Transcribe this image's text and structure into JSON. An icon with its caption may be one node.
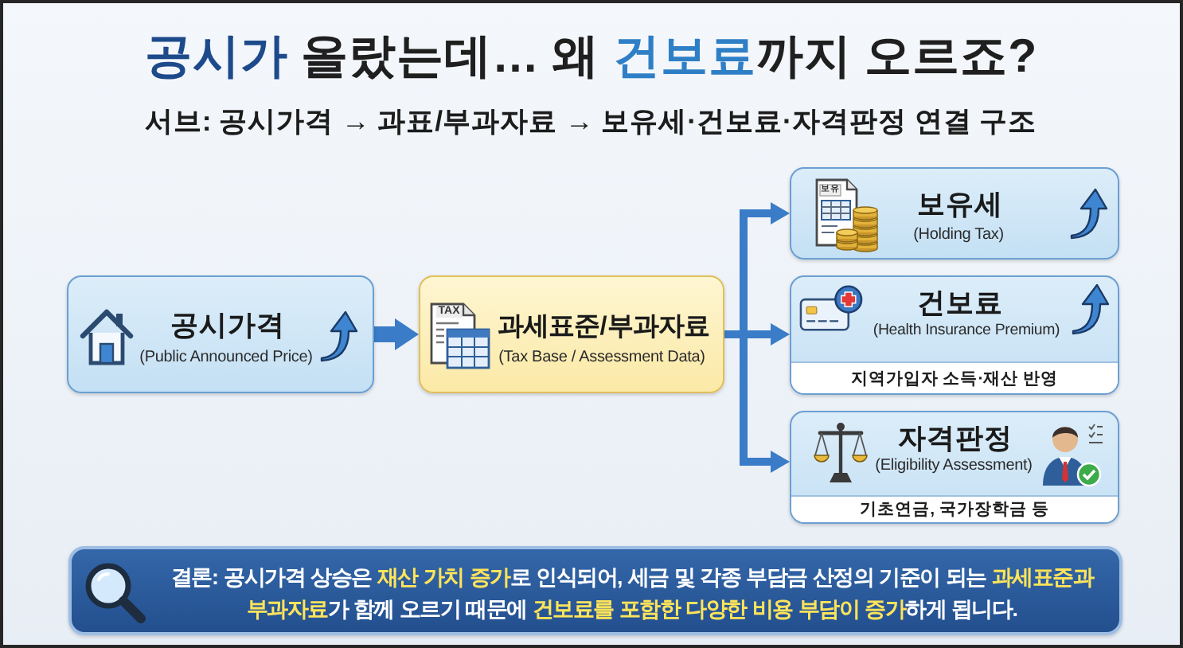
{
  "diagram": {
    "title": "**공시가** 올랐는데… 왜 **건보료**까지 오르죠?",
    "nodes": [
      {
        "text": [
          "공시가격",
          "(Public Announced Price)"
        ]
      },
      {
        "text": [
          "과세표준/부과자료",
          "(Tax Base / Assessment Data)",
          "TAX"
        ]
      },
      {
        "text": [
          "보유세",
          "(Holding Tax)",
          "보유"
        ]
      },
      {
        "text": [
          "건보료",
          "(Health Insurance Premium)",
          "지역가입자 소득·재산 반영"
        ]
      },
      {
        "text": [
          "자격판정",
          "(Eligibility Assessment)",
          "기초연금, 국가장학금 등"
        ]
      },
      {
        "text": [
          "결론: 공시가격 상승은 **재산 가치 증가**로 인식되어, 세금 및 각종 부담금 산정의 기준이 되는 **과세표준과 부과자료**가 함께 오르기 때문에 **건보료를 포함한 다양한 비용 부담이 증가**하게 됩니다."
        ]
      }
    ],
    "edges": [
      {
        "from": 0,
        "to": 1,
        "arrow": "to",
        "style": "thick"
      },
      {
        "from": 1,
        "to": 2,
        "arrow": "to"
      },
      {
        "from": 1,
        "to": 3,
        "arrow": "to"
      },
      {
        "from": 1,
        "to": 4,
        "arrow": "to"
      }
    ],
    "labels": [
      "서브: 공시가격 → 과표/부과자료 → 보유세·건보료·자격판정 연결 구조"
    ]
  }
}
